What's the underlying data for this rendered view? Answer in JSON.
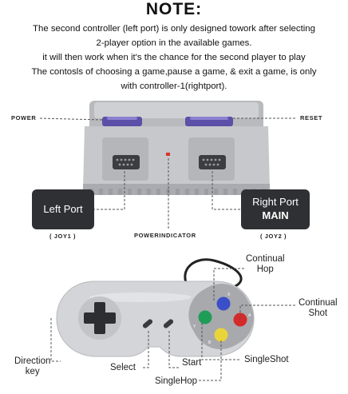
{
  "note": {
    "title": "NOTE:",
    "lines": [
      "The second controller (left port) is only designed towork after selecting",
      "2-player option in the available games.",
      "it will then work when it's the chance for the second player to play",
      "The contosls of choosing a game,pause a game, & exit a game, is only",
      "with controller-1(rightport)."
    ]
  },
  "console": {
    "power_label": "POWER",
    "reset_label": "RESET",
    "left_port": "Left Port",
    "right_port_line1": "Right Port",
    "right_port_line2": "MAIN",
    "joy1": "( JOY1 )",
    "joy2": "( JOY2 )",
    "power_indicator": "POWERINDICATOR"
  },
  "controller": {
    "continual_hop": [
      "Continual",
      "Hop"
    ],
    "continual_shot": [
      "Continual",
      "Shot"
    ],
    "single_shot": "SingleShot",
    "single_hop": "SingleHop",
    "direction_key": [
      "Direction",
      "key"
    ],
    "select": "Select",
    "start": "Start",
    "button_letters": {
      "x": "X",
      "y": "Y",
      "a": "A",
      "b": "B"
    }
  },
  "colors": {
    "console_body": "#c7c8cc",
    "console_shadow": "#a9abb0",
    "slot_purple": "#5b4fa8",
    "label_box": "#2f3033",
    "button_blue": "#3a4fc8",
    "button_red": "#d52a2a",
    "button_green": "#1f9d57",
    "button_yellow": "#e9d43a",
    "indicator_red": "#d8322a"
  }
}
